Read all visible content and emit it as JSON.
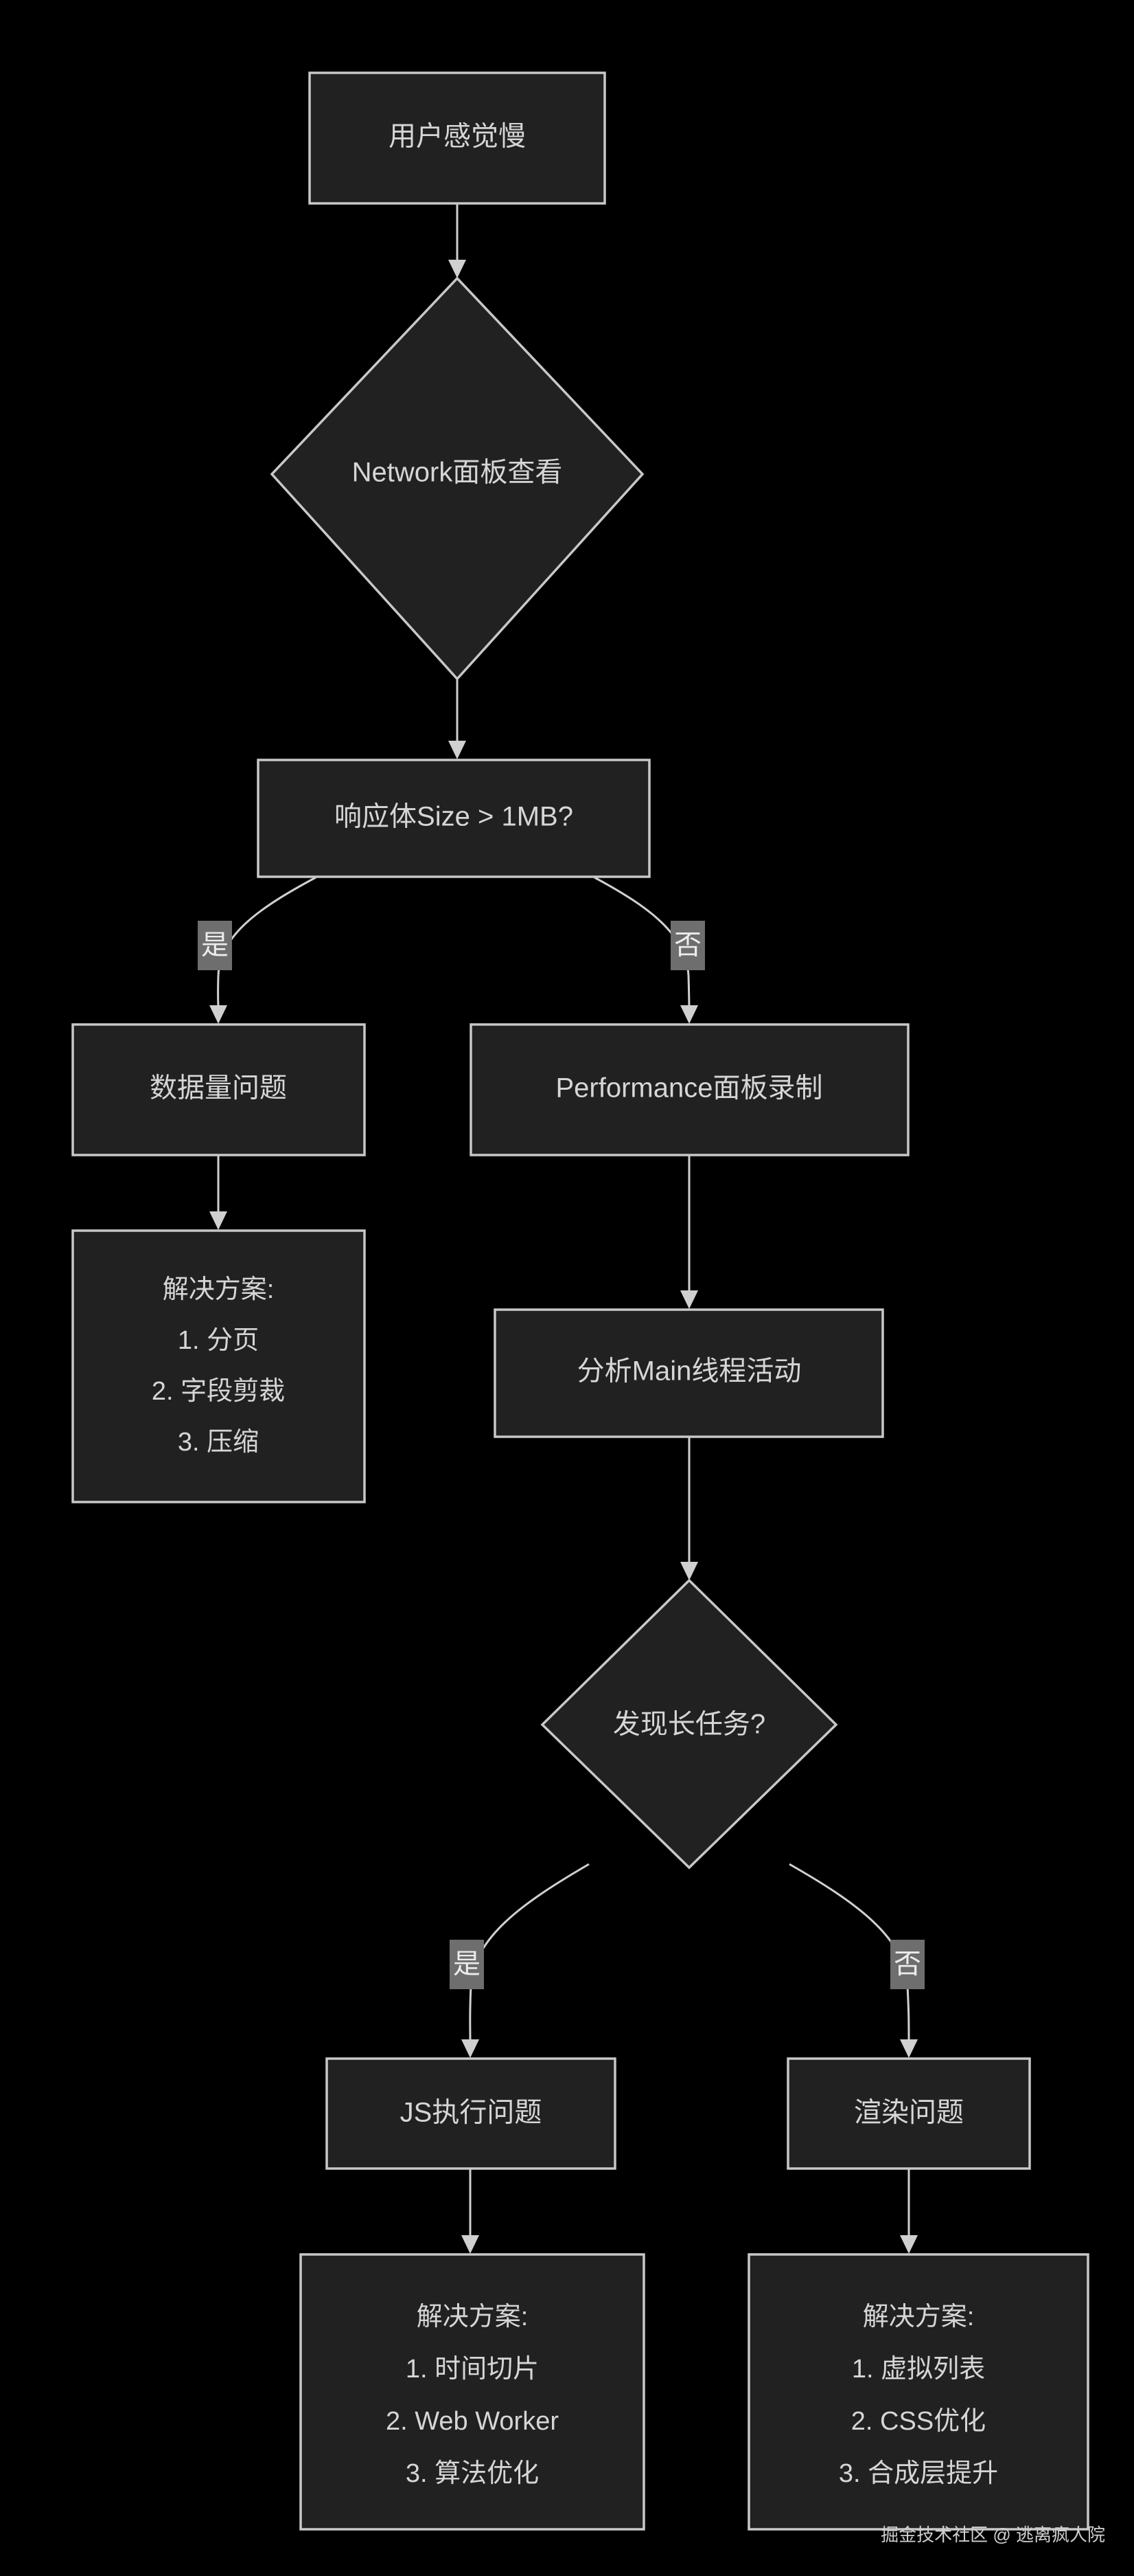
{
  "diagram": {
    "type": "flowchart",
    "direction": "top-down",
    "background_color": "#000000",
    "node_fill_color": "#212121",
    "node_border_color": "#c8c8c8",
    "text_color": "#d6d6d6",
    "edge_color": "#d0d0d0",
    "edge_label_background": "#6e6e6e"
  },
  "nodes": {
    "start": {
      "label": "用户感觉慢",
      "shape": "rect"
    },
    "network_panel": {
      "label": "Network面板查看",
      "shape": "diamond"
    },
    "size_check": {
      "label": "响应体Size > 1MB?",
      "shape": "rect"
    },
    "data_volume": {
      "label": "数据量问题",
      "shape": "rect"
    },
    "performance_panel": {
      "label": "Performance面板录制",
      "shape": "rect"
    },
    "solution_data": {
      "shape": "rect",
      "title": "解决方案:",
      "items": [
        "1. 分页",
        "2. 字段剪裁",
        "3. 压缩"
      ]
    },
    "main_thread": {
      "label": "分析Main线程活动",
      "shape": "rect"
    },
    "long_task": {
      "label": "发现长任务?",
      "shape": "diamond"
    },
    "js_exec": {
      "label": "JS执行问题",
      "shape": "rect"
    },
    "render_issue": {
      "label": "渲染问题",
      "shape": "rect"
    },
    "solution_js": {
      "shape": "rect",
      "title": "解决方案:",
      "items": [
        "1. 时间切片",
        "2. Web Worker",
        "3. 算法优化"
      ]
    },
    "solution_render": {
      "shape": "rect",
      "title": "解决方案:",
      "items": [
        "1. 虚拟列表",
        "2. CSS优化",
        "3. 合成层提升"
      ]
    }
  },
  "edge_labels": {
    "size_yes": "是",
    "size_no": "否",
    "task_yes": "是",
    "task_no": "否"
  },
  "watermark": {
    "text": "掘金技术社区 @ 逃离疯人院"
  }
}
